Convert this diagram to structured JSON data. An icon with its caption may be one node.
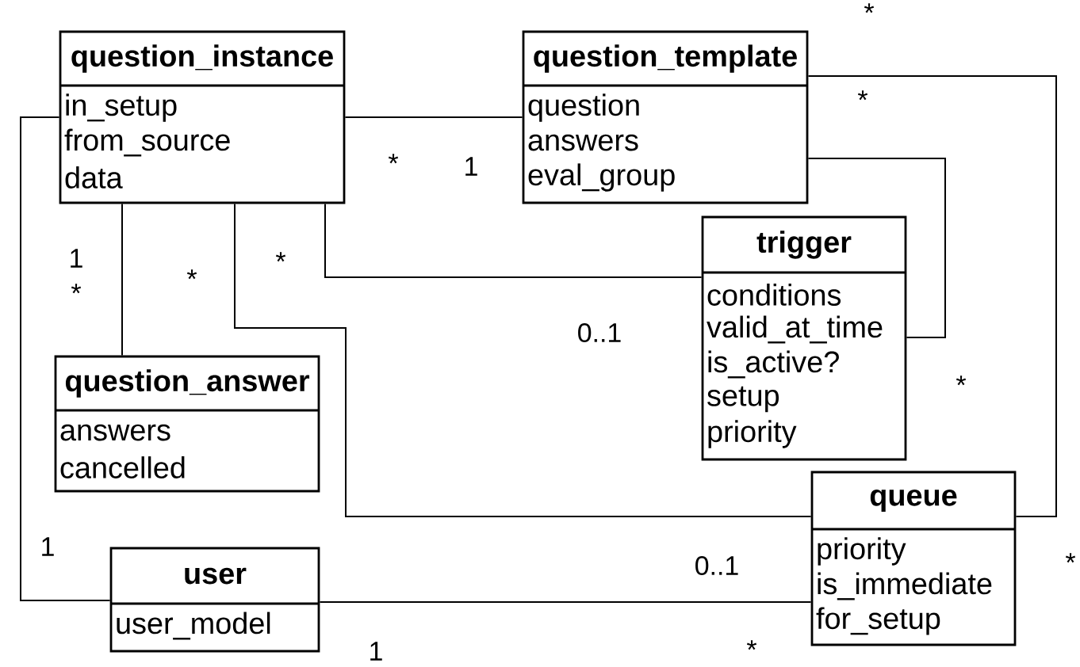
{
  "diagram": {
    "nodes": [
      {
        "text": [
          "question_instance",
          "in_setup",
          "from_source",
          "data"
        ]
      },
      {
        "text": [
          "question_template",
          "question",
          "answers",
          "eval_group"
        ]
      },
      {
        "text": [
          "trigger",
          "conditions",
          "valid_at_time",
          "is_active?",
          "setup",
          "priority"
        ]
      },
      {
        "text": [
          "question_answer",
          "answers",
          "cancelled"
        ]
      },
      {
        "text": [
          "queue",
          "priority",
          "is_immediate",
          "for_setup"
        ]
      },
      {
        "text": [
          "user",
          "user_model"
        ]
      }
    ],
    "edges": [
      {
        "from": 0,
        "to": 1,
        "arrow": "none"
      },
      {
        "from": 0,
        "to": 3,
        "arrow": "none"
      },
      {
        "from": 0,
        "to": 4,
        "arrow": "none"
      },
      {
        "from": 0,
        "to": 2,
        "arrow": "none"
      },
      {
        "from": 0,
        "to": 5,
        "arrow": "none"
      },
      {
        "from": 5,
        "to": 4,
        "arrow": "none"
      },
      {
        "from": 1,
        "to": 4,
        "arrow": "none"
      },
      {
        "from": 1,
        "to": 2,
        "arrow": "none"
      }
    ],
    "labels": [
      "*",
      "*",
      "*",
      "1",
      "1",
      "*",
      "*",
      "*",
      "0..1",
      "*",
      "1",
      "*",
      "0..1",
      "1",
      "*"
    ]
  }
}
